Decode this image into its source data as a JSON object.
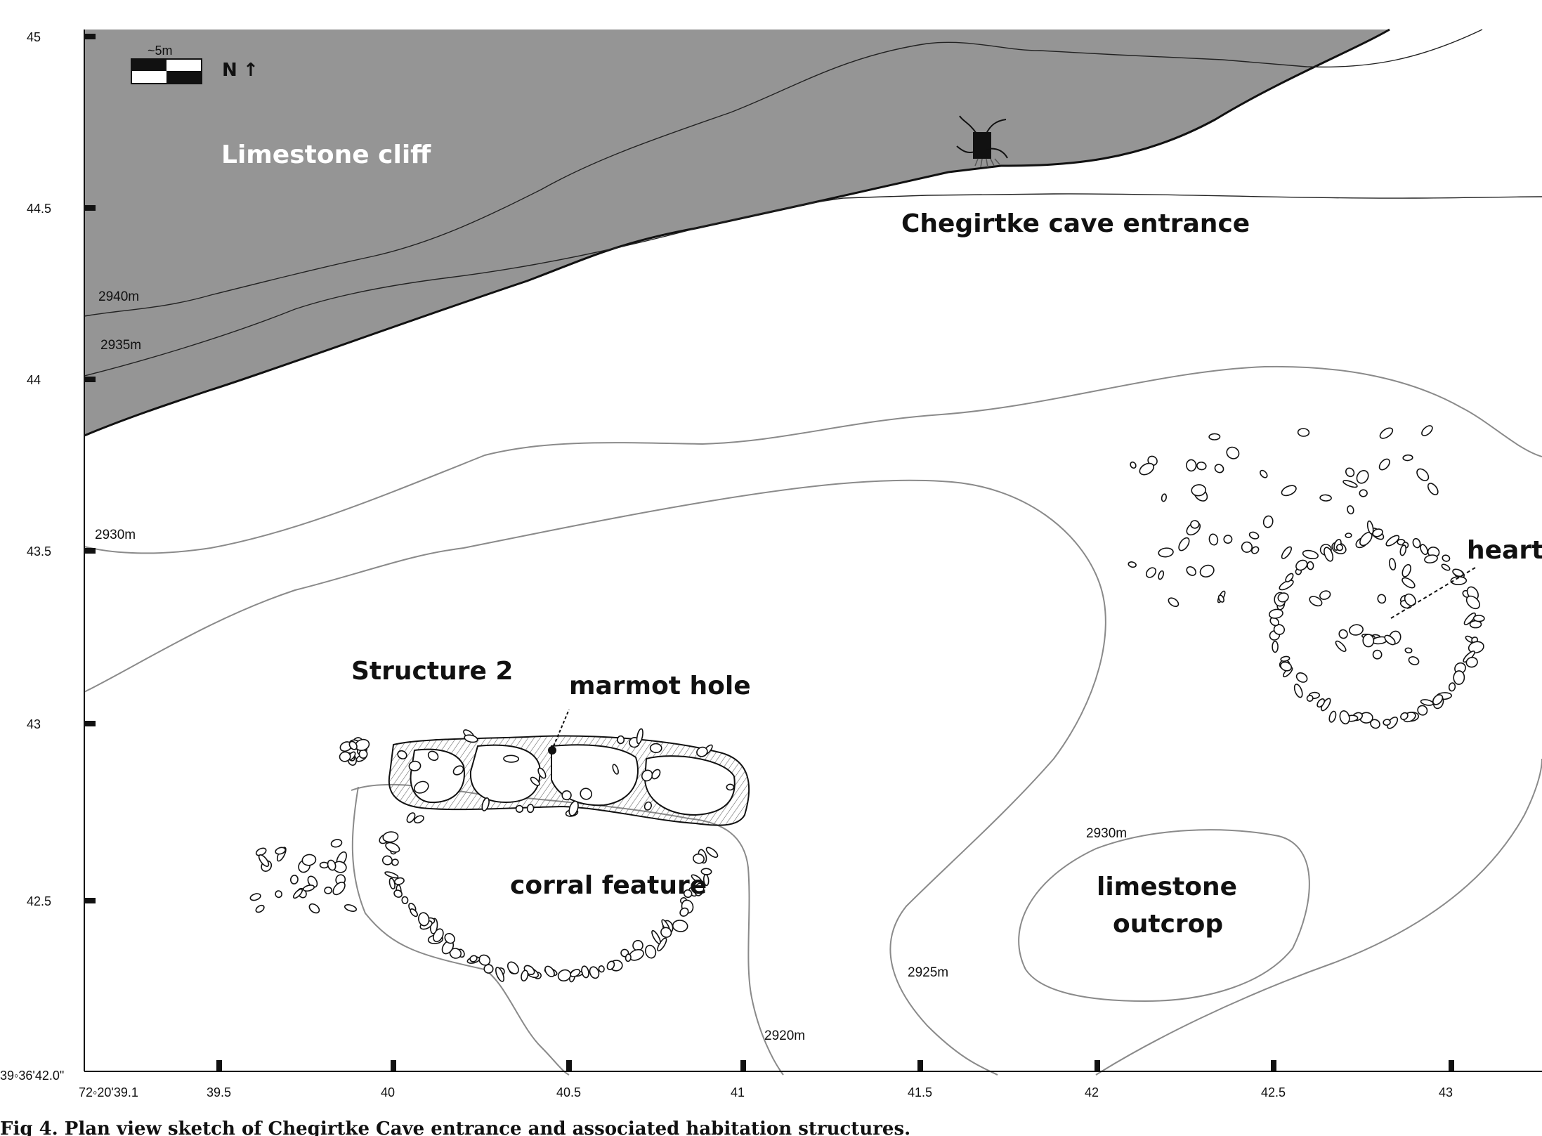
{
  "figure": {
    "caption": "Fig 4.  Plan view sketch of Chegirtke Cave entrance and associated habitation structures.",
    "scale_bar": {
      "label": "~5m"
    },
    "north_arrow": {
      "label": "N",
      "arrow": "↑"
    },
    "axes": {
      "origin_lat_label": "39◦36'42.0\"",
      "origin_lon_label": "72◦20'39.1",
      "y_ticks": [
        "45",
        "44.5",
        "44",
        "43.5",
        "43",
        "42.5"
      ],
      "x_ticks": [
        "39.5",
        "40",
        "40.5",
        "41",
        "41.5",
        "42",
        "42.5",
        "43"
      ]
    },
    "labels": {
      "limestone_cliff": "Limestone cliff",
      "cave_entrance": "Chegirtke cave entrance",
      "structure_2": "Structure 2",
      "marmot_hole": "marmot hole",
      "corral_feature": "corral feature",
      "limestone_outcrop_line1": "limestone",
      "limestone_outcrop_line2": "outcrop",
      "hearth": "hearth"
    },
    "contours": {
      "c2940": "2940m",
      "c2935": "2935m",
      "c2930a": "2930m",
      "c2930b": "2930m",
      "c2925": "2925m",
      "c2920": "2920m"
    },
    "colors": {
      "cliff_fill": "#959595",
      "contour_stroke": "#8a8a8a",
      "outline_stroke": "#111111"
    }
  }
}
